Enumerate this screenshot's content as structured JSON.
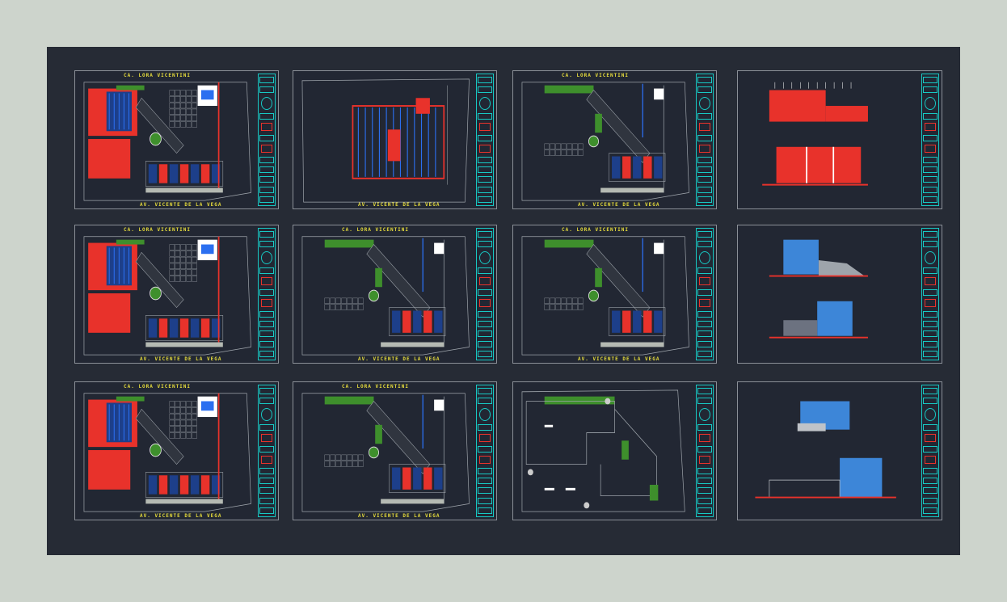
{
  "drawing": {
    "background_color": "#cdd4cc",
    "canvas_color": "#262b35",
    "accent_colors": {
      "wall": "#e8322b",
      "pipe": "#2b6ff0",
      "grass": "#3e8f2c",
      "titleblock": "#17c9c4",
      "label": "#e6dc3c"
    }
  },
  "sheets": [
    {
      "kind": "plan-dense",
      "street_top": "CA. LORA VICENTINI",
      "street_bottom": "AV. VICENTE DE LA VEGA"
    },
    {
      "kind": "plan-grid",
      "street_top": "",
      "street_bottom": "AV. VICENTE DE LA VEGA"
    },
    {
      "kind": "plan-light",
      "street_top": "CA. LORA VICENTINI",
      "street_bottom": "AV. VICENTE DE LA VEGA"
    },
    {
      "kind": "elevation-red",
      "street_top": "",
      "street_bottom": ""
    },
    {
      "kind": "plan-dense",
      "street_top": "CA. LORA VICENTINI",
      "street_bottom": "AV. VICENTE DE LA VEGA"
    },
    {
      "kind": "plan-light",
      "street_top": "CA. LORA VICENTINI",
      "street_bottom": "AV. VICENTE DE LA VEGA"
    },
    {
      "kind": "plan-light",
      "street_top": "CA. LORA VICENTINI",
      "street_bottom": "AV. VICENTE DE LA VEGA"
    },
    {
      "kind": "elevation-blue",
      "street_top": "",
      "street_bottom": ""
    },
    {
      "kind": "plan-dense",
      "street_top": "CA. LORA VICENTINI",
      "street_bottom": "AV. VICENTE DE LA VEGA"
    },
    {
      "kind": "plan-light",
      "street_top": "CA. LORA VICENTINI",
      "street_bottom": "AV. VICENTE DE LA VEGA"
    },
    {
      "kind": "plan-roof",
      "street_top": "",
      "street_bottom": ""
    },
    {
      "kind": "elevation-blue2",
      "street_top": "",
      "street_bottom": ""
    }
  ]
}
